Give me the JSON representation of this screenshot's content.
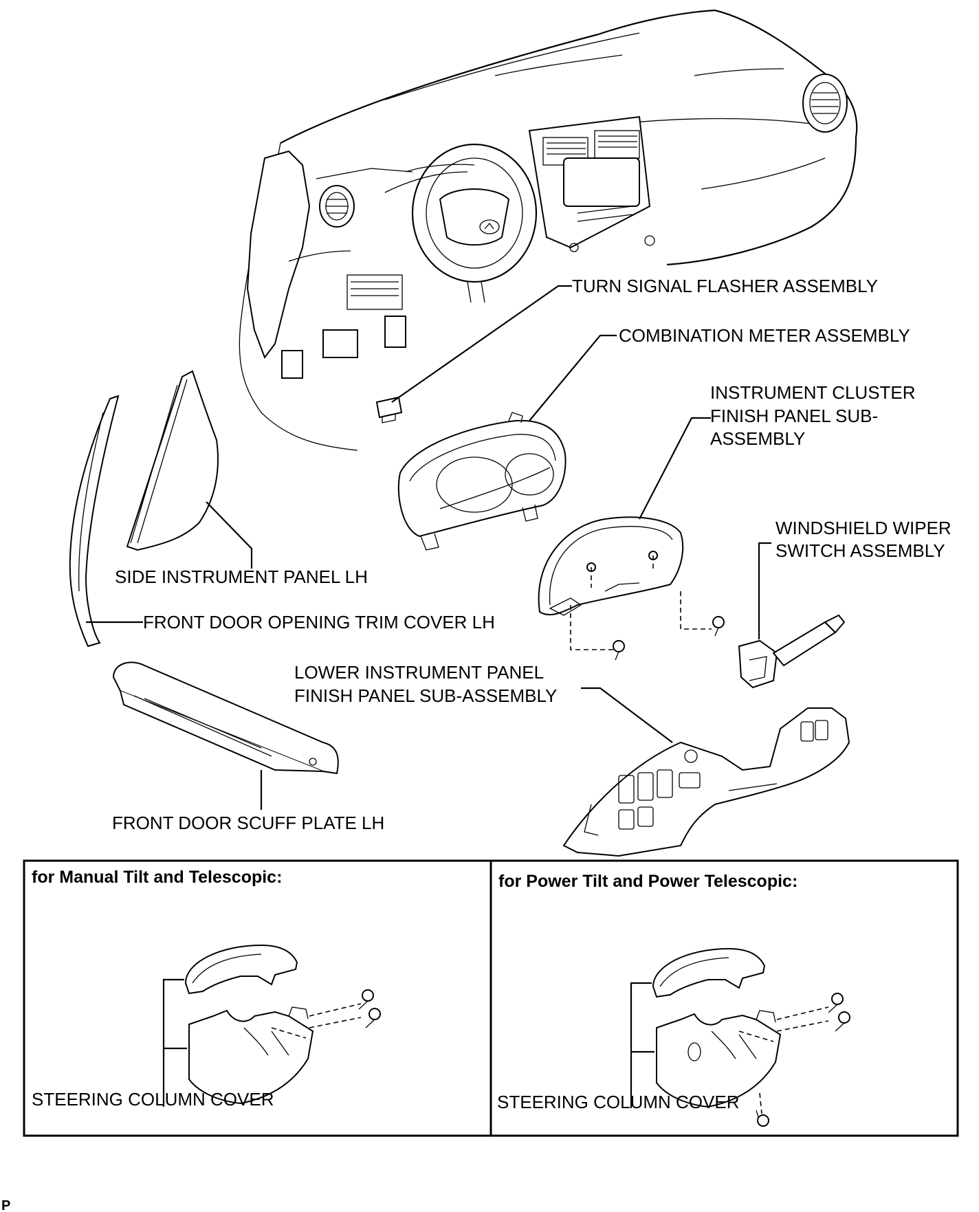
{
  "labels": {
    "turn_signal": "TURN SIGNAL FLASHER ASSEMBLY",
    "combination_meter": "COMBINATION METER ASSEMBLY",
    "cluster_finish_1": "INSTRUMENT CLUSTER",
    "cluster_finish_2": "FINISH PANEL SUB-",
    "cluster_finish_3": "ASSEMBLY",
    "wiper_1": "WINDSHIELD WIPER",
    "wiper_2": "SWITCH ASSEMBLY",
    "side_panel": "SIDE INSTRUMENT PANEL LH",
    "door_trim": "FRONT DOOR OPENING TRIM COVER LH",
    "lower_panel_1": "LOWER INSTRUMENT PANEL",
    "lower_panel_2": "FINISH PANEL SUB-ASSEMBLY",
    "scuff_plate": "FRONT DOOR SCUFF PLATE LH"
  },
  "boxes": {
    "manual": {
      "header": "for Manual Tilt and Telescopic:",
      "label": "STEERING COLUMN COVER"
    },
    "power": {
      "header": "for Power Tilt and Power Telescopic:",
      "label": "STEERING COLUMN COVER"
    }
  },
  "footer_mark": "P"
}
